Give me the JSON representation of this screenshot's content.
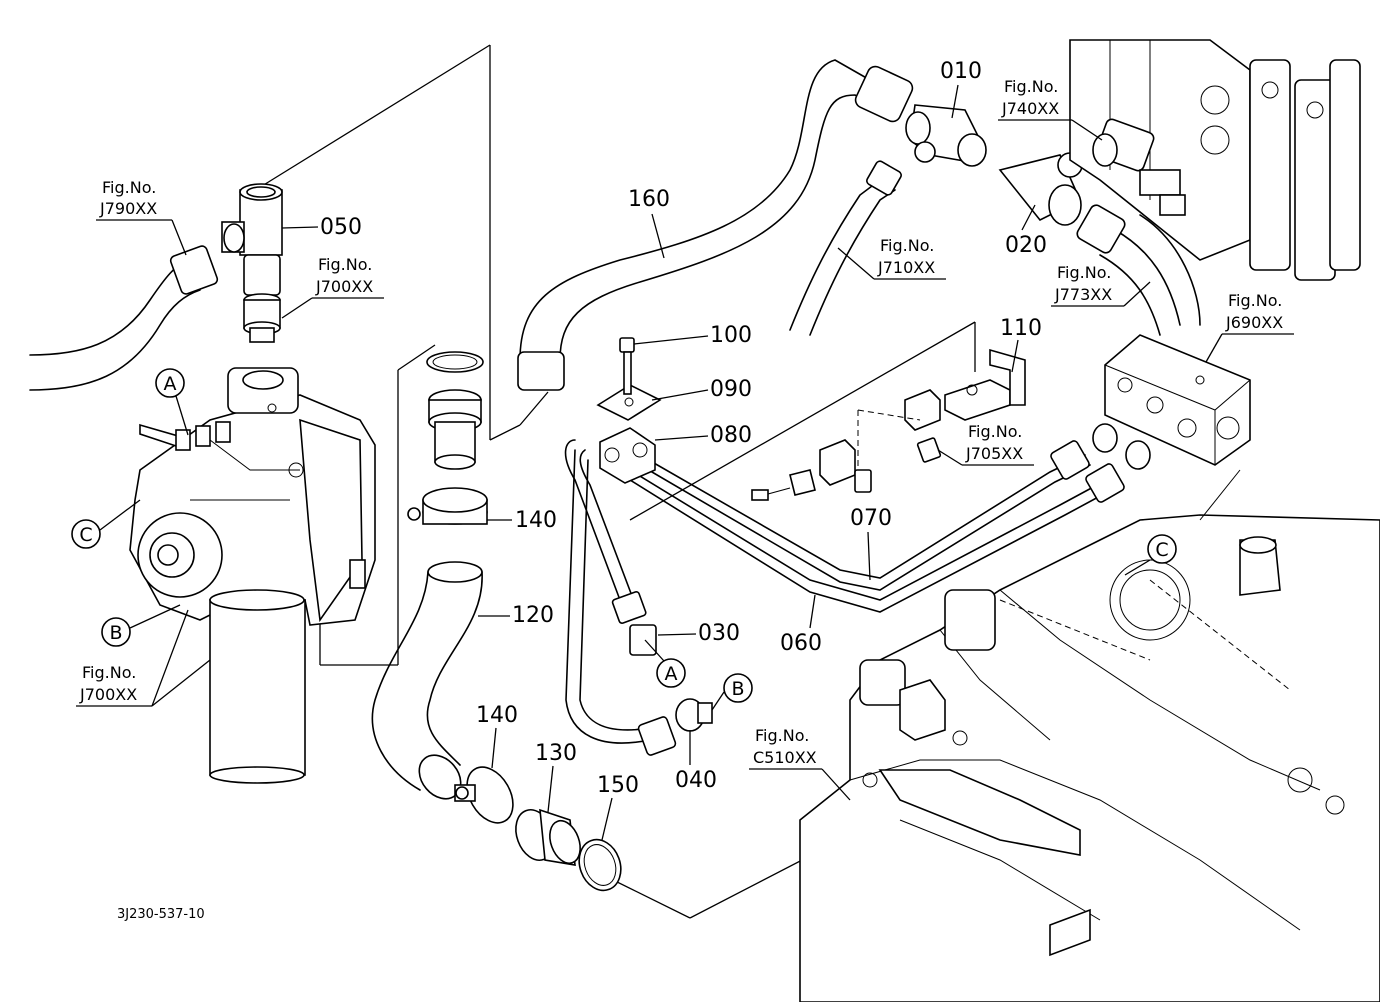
{
  "drawing_code": "3J230-537-10",
  "part_numbers": [
    "010",
    "020",
    "030",
    "040",
    "050",
    "060",
    "070",
    "080",
    "090",
    "100",
    "110",
    "120",
    "130",
    "140",
    "140",
    "150",
    "160"
  ],
  "figure_refs": [
    {
      "label": "Fig.No.",
      "code": "J790XX"
    },
    {
      "label": "Fig.No.",
      "code": "J700XX"
    },
    {
      "label": "Fig.No.",
      "code": "J700XX"
    },
    {
      "label": "Fig.No.",
      "code": "J740XX"
    },
    {
      "label": "Fig.No.",
      "code": "J710XX"
    },
    {
      "label": "Fig.No.",
      "code": "J773XX"
    },
    {
      "label": "Fig.No.",
      "code": "J690XX"
    },
    {
      "label": "Fig.No.",
      "code": "J705XX"
    },
    {
      "label": "Fig.No.",
      "code": "C510XX"
    }
  ],
  "connection_markers": [
    "A",
    "B",
    "C",
    "A",
    "B",
    "C"
  ]
}
